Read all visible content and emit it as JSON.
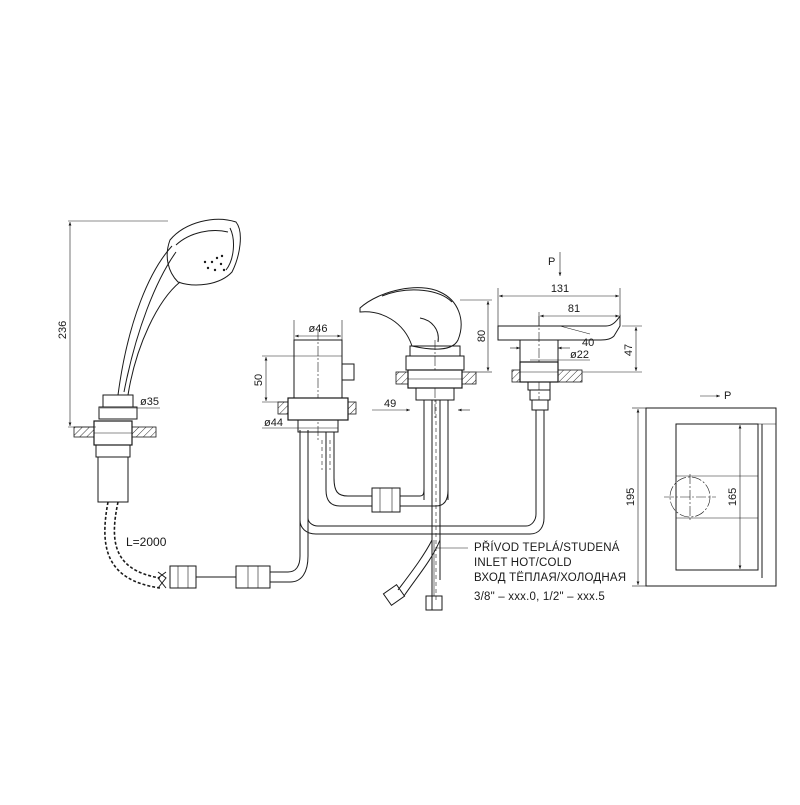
{
  "dimensions": {
    "handshower_height": "236",
    "handshower_hole_dia": "ø35",
    "hose_length": "L=2000",
    "diverter_dia": "ø46",
    "diverter_height": "50",
    "diverter_base_dia": "ø44",
    "mixer_height": "80",
    "mixer_offset": "49",
    "spout_length": "131",
    "spout_outlet": "81",
    "spout_body": "40",
    "spout_height": "47",
    "spout_base_dia": "ø22",
    "plan_height": "195",
    "plan_inner": "165"
  },
  "labels": {
    "flow_p_top": "P",
    "flow_p_plan": "P"
  },
  "inlet_note": {
    "line1": "PŘÍVOD TEPLÁ/STUDENÁ",
    "line2": "INLET HOT/COLD",
    "line3": "ВХОД ТЁПЛАЯ/ХОЛОДНАЯ",
    "line4": "3/8\" – xxx.0, 1/2\" – xxx.5"
  }
}
